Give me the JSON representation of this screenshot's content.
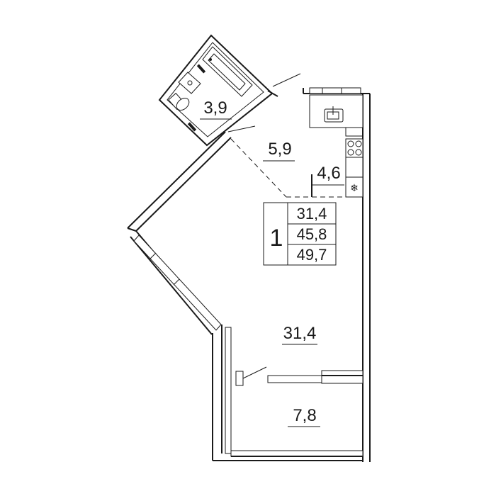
{
  "rooms": {
    "bathroom": {
      "area": "3,9"
    },
    "hallway": {
      "area": "5,9"
    },
    "kitchen": {
      "area": "4,6"
    },
    "living": {
      "area": "31,4"
    },
    "loggia": {
      "area": "7,8"
    }
  },
  "summary": {
    "room_count": "1",
    "living_area": "31,4",
    "total_area": "45,8",
    "total_with_loggia": "49,7"
  },
  "icons": {
    "fridge": "snowflake-icon",
    "stove": "stove-icon",
    "sink": "sink-icon",
    "toilet": "toilet-icon",
    "bathtub": "bathtub-icon"
  }
}
